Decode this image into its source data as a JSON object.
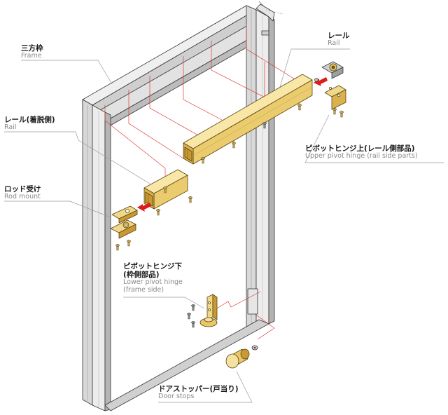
{
  "labels": {
    "frame": {
      "jp": "三方枠",
      "en": "Frame"
    },
    "rail": {
      "jp": "レール",
      "en": "Rail"
    },
    "rail_detach": {
      "jp": "レール(着脱側)",
      "en": "Rail"
    },
    "rod_mount": {
      "jp": "ロッド受け",
      "en": "Rod mount"
    },
    "upper_pivot": {
      "jp": "ピボットヒンジ上(レール側部品)",
      "en": "Upper pivot hinge (rail side parts)"
    },
    "lower_pivot": {
      "jp1": "ピボットヒンジ下",
      "jp2": "(枠側部品)",
      "en1": "Lower pivot hinge",
      "en2": "(frame side)"
    },
    "door_stops": {
      "jp": "ドアストッパー(戸当り)",
      "en": "Door stops"
    }
  },
  "colors": {
    "frame_light": "#ececec",
    "frame_mid": "#d6d6d6",
    "frame_dark": "#a9a9a9",
    "rail_light": "#f8e7a6",
    "rail_mid": "#eacb6d",
    "rail_dark": "#c99a32",
    "hardware": "#d9b24f",
    "screw": "#c9a23a",
    "guide_line": "#e03a3a",
    "arrow": "#e01b1b",
    "leader": "#9a9a9a",
    "outline": "#333333"
  }
}
